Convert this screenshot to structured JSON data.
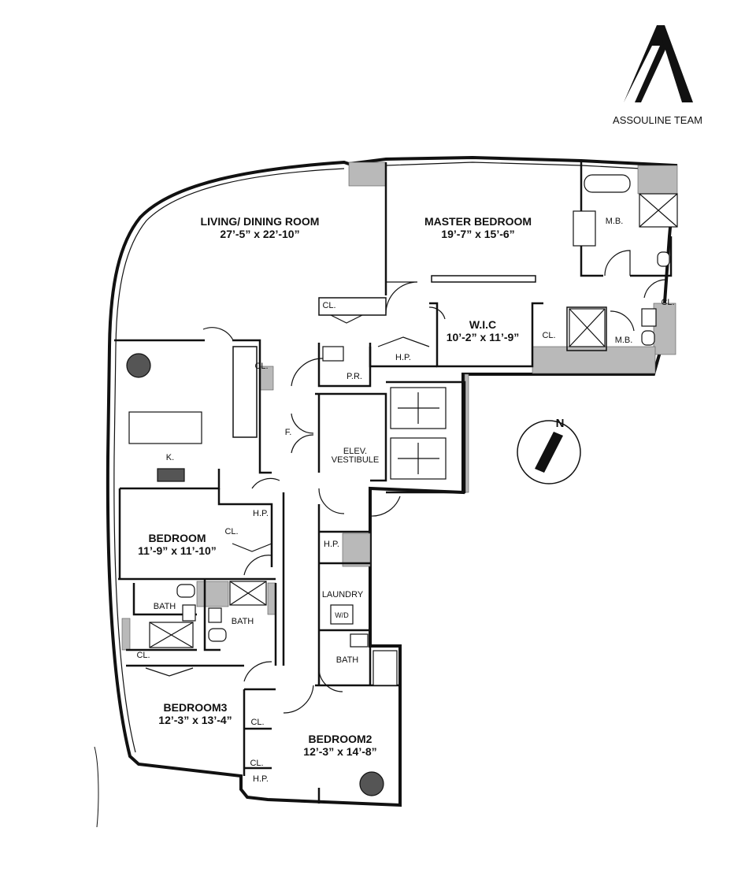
{
  "brand": {
    "name": "ASSOULINE TEAM",
    "logo_letter": "A"
  },
  "compass": {
    "label": "N"
  },
  "rooms": {
    "living": {
      "name": "LIVING/ DINING ROOM",
      "dims": "27’-5” x 22’-10”"
    },
    "master": {
      "name": "MASTER BEDROOM",
      "dims": "19’-7” x 15’-6”"
    },
    "wic": {
      "name": "W.I.C",
      "dims": "10’-2” x 11’-9”"
    },
    "bedroom": {
      "name": "BEDROOM",
      "dims": "11’-9” x 11’-10”"
    },
    "bedroom3": {
      "name": "BEDROOM3",
      "dims": "12’-3” x 13’-4”"
    },
    "bedroom2": {
      "name": "BEDROOM2",
      "dims": "12’-3” x 14’-8”"
    }
  },
  "labels": {
    "mb1": "M.B.",
    "mb2": "M.B.",
    "cl_living": "CL.",
    "cl_kitchen": "CL.",
    "cl_wic": "CL.",
    "cl_master": "CL.",
    "cl_bedroom": "CL.",
    "cl_bedroom3": "CL.",
    "cl_b2a": "CL.",
    "cl_b2b": "CL.",
    "pr": "P.R.",
    "hp_wic": "H.P.",
    "hp_bed": "H.P.",
    "hp_laundry": "H.P.",
    "hp_b2": "H.P.",
    "foyer": "F.",
    "elev1": "ELEV.",
    "elev2": "VESTIBULE",
    "kitchen": "K.",
    "bath1": "BATH",
    "bath2": "BATH",
    "bath3": "BATH",
    "laundry": "LAUNDRY",
    "wd": "W/D"
  }
}
